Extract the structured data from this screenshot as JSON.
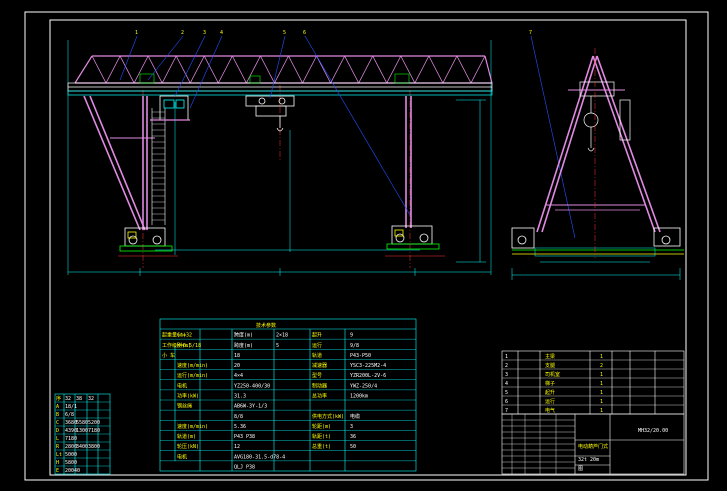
{
  "drawing": {
    "colors": {
      "background": "#000000",
      "frame": "#ffffff",
      "structure": "#e08ae0",
      "dimension": "#00ffff",
      "leader": "#0000ff",
      "centerline": "#ff0000",
      "table_line": "#00ffff",
      "label_text": "#ffff00"
    },
    "balloons": [
      "1",
      "2",
      "3",
      "4",
      "5",
      "6",
      "7"
    ],
    "params_table": {
      "title": "技术参数",
      "rows": [
        {
          "c1": "起重量(t)",
          "c2": "Gn=32",
          "c3": "跨度(m)",
          "c4": "2×18",
          "c5": "起升",
          "c6": "9"
        },
        {
          "c1": "工作级别(m)",
          "c2": "H=6.5/18",
          "c3": "跨度(m)",
          "c4": "5",
          "c5": "运行",
          "c6": "9/8"
        },
        {
          "c1": "小 车",
          "c2": "",
          "c3": "18",
          "c4": "",
          "c5": "轨道",
          "c6": "P43-P50"
        },
        {
          "c1": "",
          "c2": "速度(m/min)",
          "c3": "20",
          "c4": "",
          "c5": "减速器",
          "c6": "YSC3-225M2-4"
        },
        {
          "c1": "",
          "c2": "运行(m/min)",
          "c3": "4×4",
          "c4": "",
          "c5": "型号",
          "c6": "YZR200L-2V-6"
        },
        {
          "c1": "",
          "c2": "电机",
          "c3": "YZ250-400/30",
          "c4": "",
          "c5": "制动器",
          "c6": "YWZ-250/4"
        },
        {
          "c1": "",
          "c2": "功率(kW)",
          "c3": "31.3",
          "c4": "",
          "c5": "总功率",
          "c6": "1200km"
        },
        {
          "c1": "",
          "c2": "钢丝绳",
          "c3": "AB6W-3Y-1/3",
          "c4": "",
          "c5": "",
          "c6": ""
        },
        {
          "c1": "",
          "c2": "",
          "c3": "8/8",
          "c4": "",
          "c5": "供电方式(kW)",
          "c6": "电缆"
        },
        {
          "c1": "",
          "c2": "速度(m/min)",
          "c3": "5.36",
          "c4": "",
          "c5": "轮距(m)",
          "c6": "3"
        },
        {
          "c1": "",
          "c2": "轨道(m)",
          "c3": "P43 P38",
          "c4": "",
          "c5": "轨距(t)",
          "c6": "36"
        },
        {
          "c1": "",
          "c2": "轮压(kN)",
          "c3": "12",
          "c4": "",
          "c5": "总重(t)",
          "c6": "50"
        },
        {
          "c1": "",
          "c2": "电机",
          "c3": "AVG180-31.5-d78-4",
          "c4": "",
          "c5": "",
          "c6": ""
        },
        {
          "c1": "",
          "c2": "",
          "c3": "QLJ P38",
          "c4": "",
          "c5": "",
          "c6": ""
        }
      ]
    },
    "small_table": {
      "header": [
        "序",
        "32",
        "38",
        "32"
      ],
      "rows": [
        {
          "a": "A",
          "b": "18/1"
        },
        {
          "a": "B",
          "b": "6/8"
        },
        {
          "a": "C",
          "b": "3680",
          "c": "5580",
          "d": "5200"
        },
        {
          "a": "D",
          "b": "4390",
          "c": "1300",
          "d": "7180"
        },
        {
          "a": "L",
          "b": "7180"
        },
        {
          "a": "R",
          "b": "2800",
          "c": "3400",
          "d": "3800"
        },
        {
          "a": "Lt",
          "b": "5000"
        },
        {
          "a": "H",
          "b": "5800"
        },
        {
          "a": "E",
          "b": "20040"
        }
      ]
    },
    "parts_list": {
      "rows": [
        {
          "no": "1",
          "name": "主梁",
          "qty": "1"
        },
        {
          "no": "2",
          "name": "支腿",
          "qty": "2"
        },
        {
          "no": "3",
          "name": "司机室",
          "qty": "1"
        },
        {
          "no": "4",
          "name": "梯子",
          "qty": "1"
        },
        {
          "no": "5",
          "name": "起升",
          "qty": "1"
        },
        {
          "no": "6",
          "name": "运行",
          "qty": "1"
        },
        {
          "no": "7",
          "name": "电气",
          "qty": "1"
        }
      ]
    },
    "title_block": {
      "drawing_no": "MH32/20.00",
      "title": "电动葫芦门式",
      "spec": "32t 20m",
      "scale": "图"
    }
  }
}
